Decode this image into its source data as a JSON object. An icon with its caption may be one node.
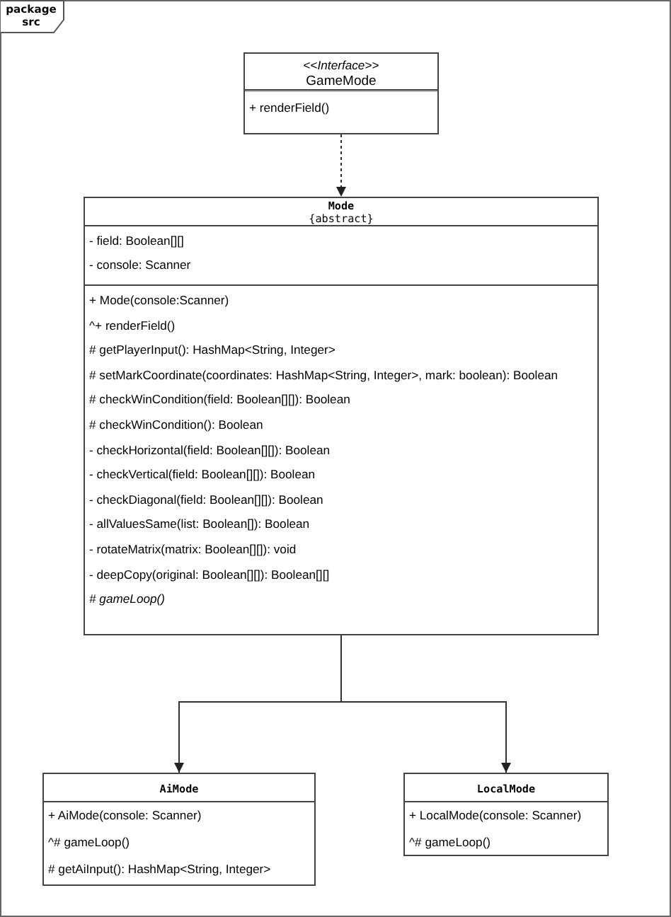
{
  "diagram": {
    "nodes": [
      {
        "text": [
          "package src"
        ]
      },
      {
        "text": [
          "<<*Interface*>>",
          "GameMode",
          "+ renderField()"
        ],
        "in": 0
      },
      {
        "text": [
          "Mode",
          "{abstract}",
          "- field: Boolean[][]",
          "- console: Scanner",
          "+ Mode(console:Scanner)",
          "^+ renderField()",
          "# getPlayerInput(): HashMap<String, Integer>",
          "# setMarkCoordinate(coordinates: HashMap<String, Integer>, mark: boolean): Boolean",
          "# checkWinCondition(field: Boolean[][]): Boolean",
          "# checkWinCondition(): Boolean",
          "- checkHorizontal(field: Boolean[][]): Boolean",
          "- checkVertical(field: Boolean[][]): Boolean",
          "- checkDiagonal(field: Boolean[][]): Boolean",
          "- allValuesSame(list: Boolean[]): Boolean",
          "- rotateMatrix(matrix: Boolean[][]): void",
          "- deepCopy(original: Boolean[][]): Boolean[][]",
          "*# gameLoop()*"
        ],
        "in": 0
      },
      {
        "text": [
          "AiMode",
          "+ AiMode(console: Scanner)",
          "^# gameLoop()",
          "# getAiInput(): HashMap<String, Integer>"
        ],
        "in": 0
      },
      {
        "text": [
          "LocalMode",
          "+ LocalMode(console: Scanner)",
          "^# gameLoop()"
        ],
        "in": 0
      }
    ],
    "edges": [
      {
        "from": 1,
        "to": 2,
        "arrow": "to",
        "style": "dashed"
      },
      {
        "from": 2,
        "to": 3,
        "arrow": "to"
      },
      {
        "from": 2,
        "to": 4,
        "arrow": "to"
      }
    ]
  }
}
